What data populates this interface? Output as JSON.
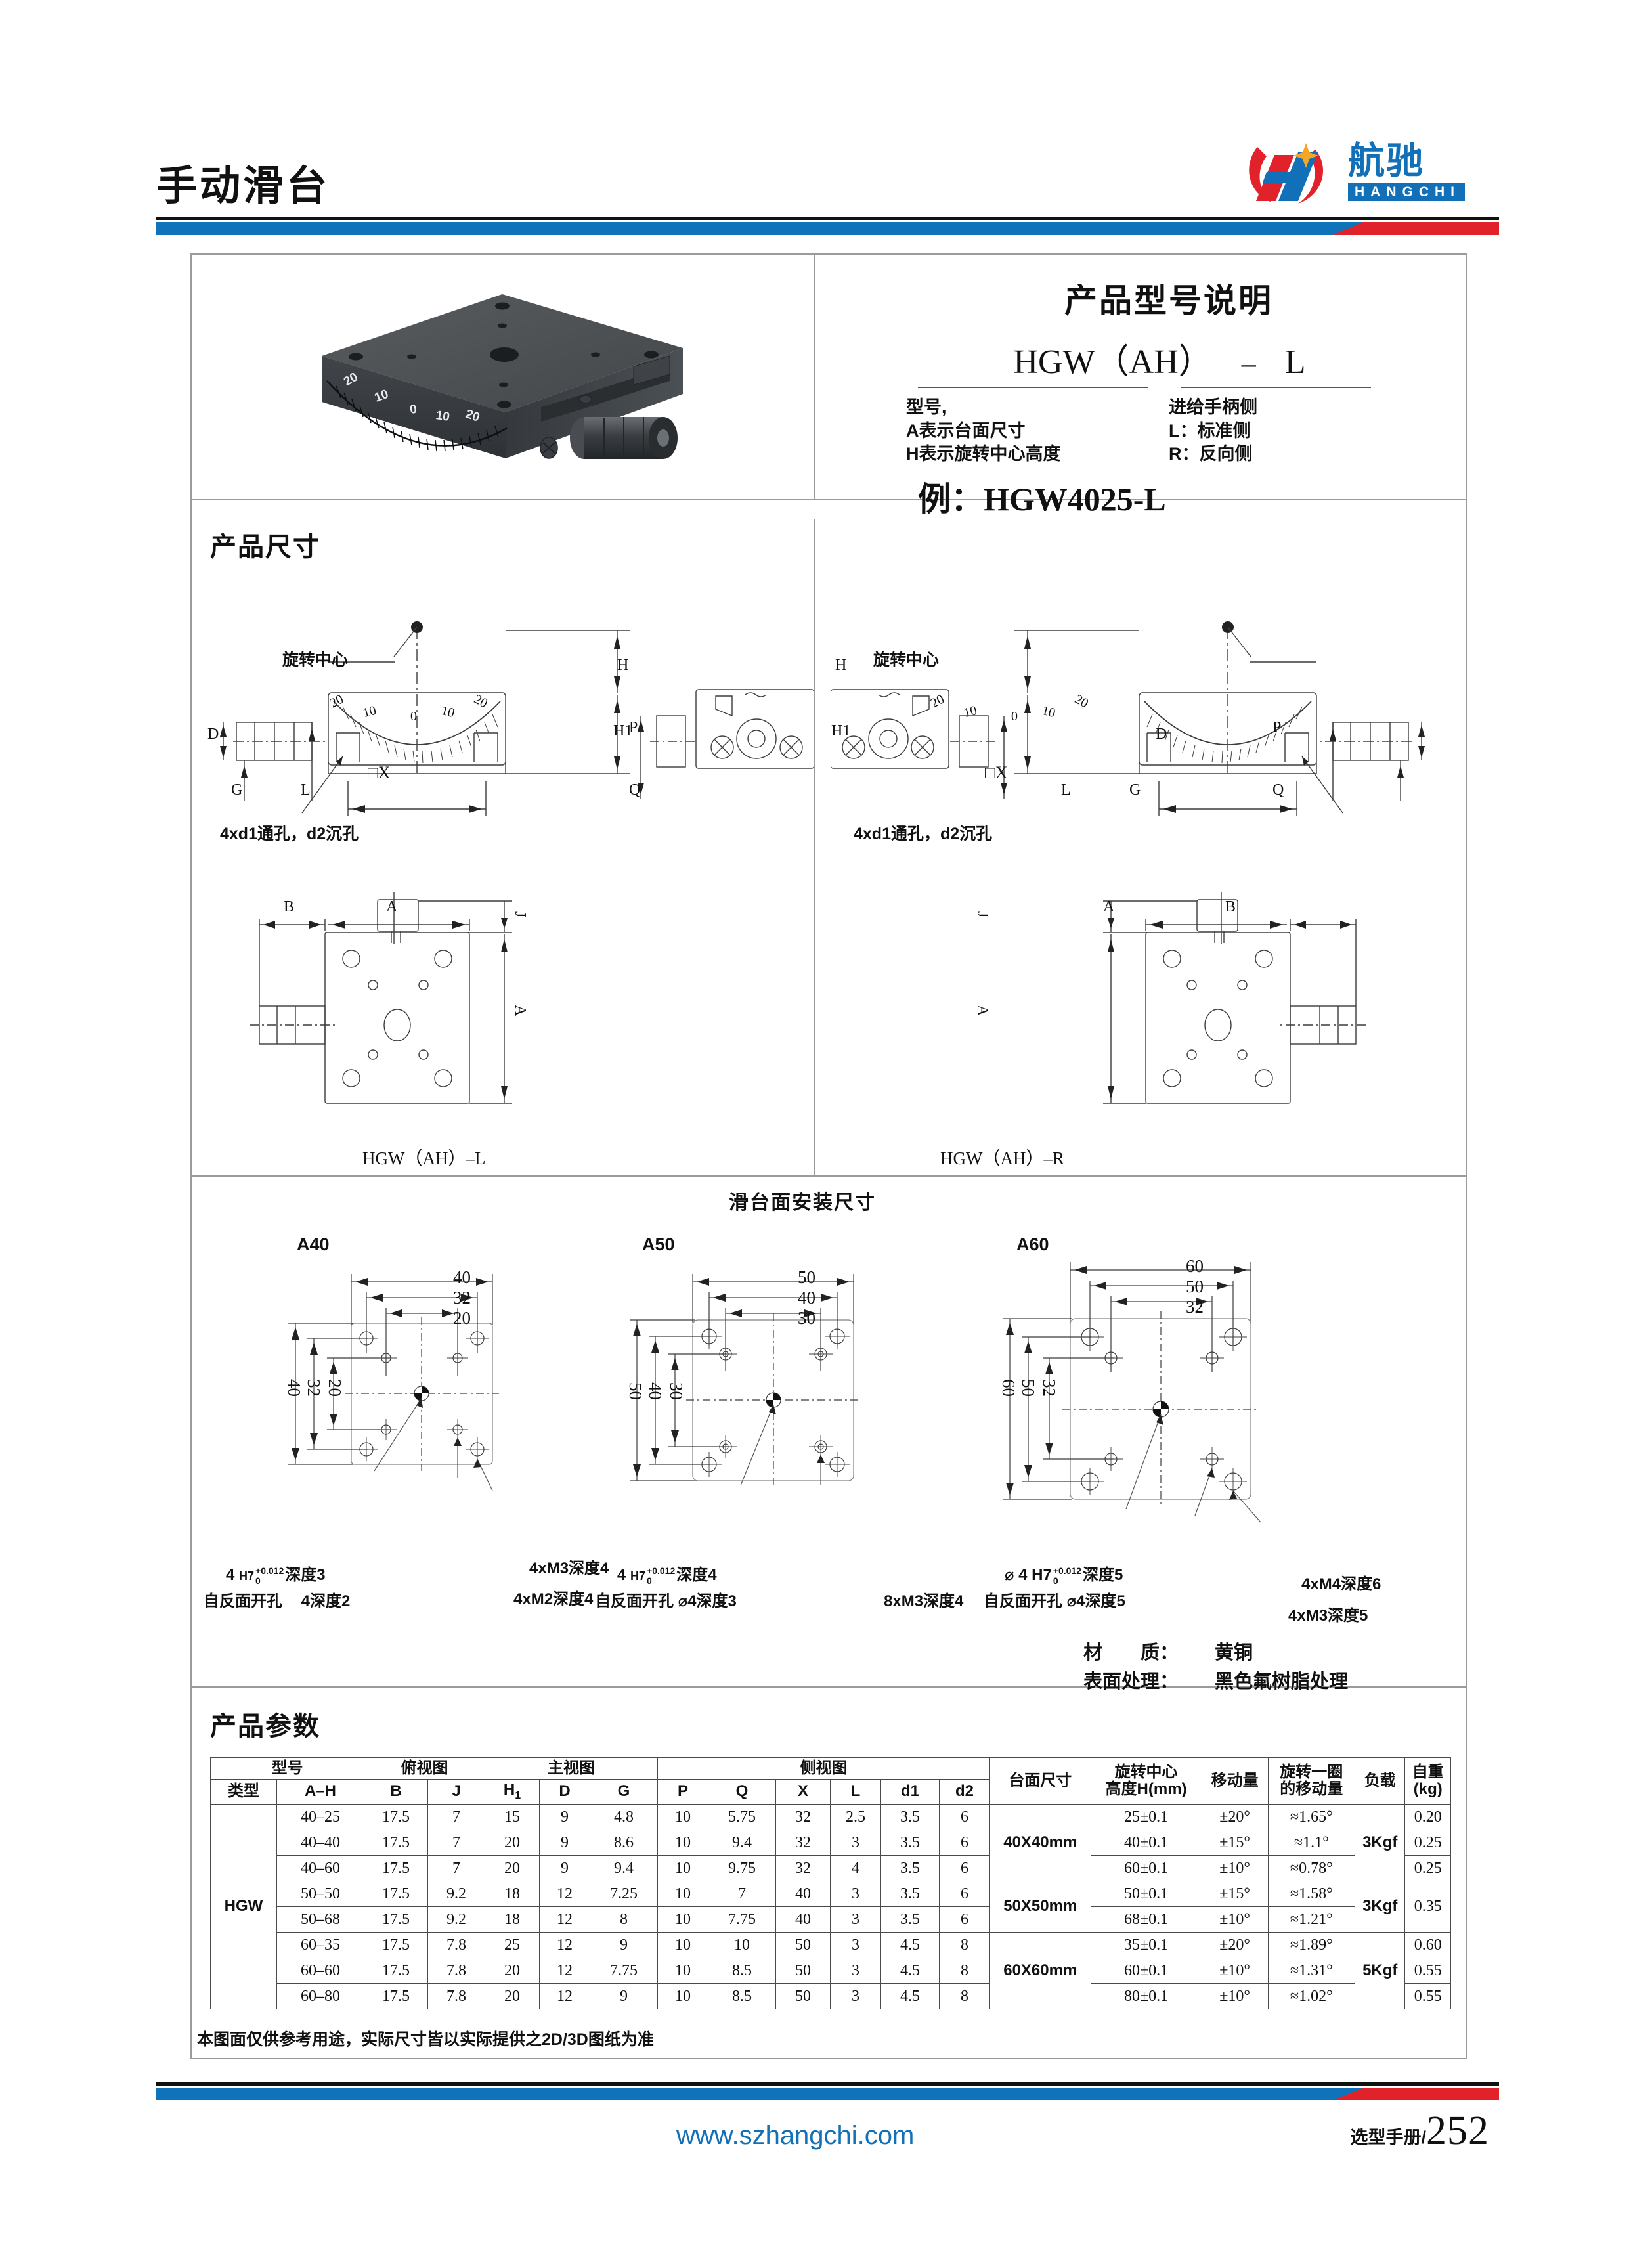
{
  "header": {
    "title": "手动滑台",
    "logo_cn": "航驰",
    "logo_en": "HANGCHI",
    "accent_blue": "#0f73b9",
    "accent_red": "#e1222a"
  },
  "model_panel": {
    "heading": "产品型号说明",
    "code_prefix": "HGW（AH）",
    "code_dash": "–",
    "code_suffix": "L",
    "left_lines": [
      "型号,",
      "A表示台面尺寸",
      "H表示旋转中心高度"
    ],
    "right_lines": [
      "进给手柄侧",
      "L：标准侧",
      "R：反向侧"
    ],
    "example": "例：HGW4025-L"
  },
  "dimensions_section": {
    "heading": "产品尺寸",
    "rotation_center_label": "旋转中心",
    "hole_note": "4xd1通孔，d2沉孔",
    "scale_ticks": [
      "20",
      "10",
      "0",
      "10",
      "20"
    ],
    "dim_labels": [
      "H",
      "H1",
      "D",
      "G",
      "L",
      "P",
      "Q",
      "X",
      "A",
      "B",
      "J"
    ],
    "x_label": "□X",
    "view_caption_left": "HGW（AH）–L",
    "view_caption_right": "HGW（AH）–R"
  },
  "mounting_section": {
    "heading": "滑台面安装尺寸",
    "panels": [
      {
        "tag": "A40",
        "h_dims": [
          "40",
          "32",
          "20"
        ],
        "v_dims": [
          "40",
          "32",
          "20"
        ],
        "notes": [
          "4 H7 +0.012 0 深度3",
          "自反面开孔   4深度2",
          "4xM2深度4",
          "4xM3深度4"
        ],
        "note_parts": {
          "n1_pre": "4",
          "n1_fit": "H7",
          "n1_up": "+0.012",
          "n1_lo": "0",
          "n1_post": "深度3",
          "n2": "自反面开孔",
          "n2b": "4深度2",
          "n3": "4xM2深度4",
          "n4": "4xM3深度4"
        }
      },
      {
        "tag": "A50",
        "h_dims": [
          "50",
          "40",
          "30"
        ],
        "v_dims": [
          "50",
          "40",
          "30"
        ],
        "notes": [
          "4 H7 +0.012 0 深度4",
          "自反面开孔 ⌀4深度3",
          "8xM3深度4"
        ],
        "note_parts": {
          "n1_pre": "4",
          "n1_fit": "H7",
          "n1_up": "+0.012",
          "n1_lo": "0",
          "n1_post": "深度4",
          "n2": "自反面开孔 ⌀4深度3",
          "n3": "8xM3深度4"
        }
      },
      {
        "tag": "A60",
        "h_dims": [
          "60",
          "50",
          "32"
        ],
        "v_dims": [
          "60",
          "50",
          "32"
        ],
        "notes": [
          "⌀4 H7 +0.012 0 深度5",
          "自反面开孔 ⌀4深度5",
          "4xM4深度6",
          "4xM3深度5"
        ],
        "note_parts": {
          "n1_pre": "⌀ 4 H7",
          "n1_up": "+0.012",
          "n1_lo": "0",
          "n1_post": "深度5",
          "n2": "自反面开孔 ⌀4深度5",
          "n3": "4xM4深度6",
          "n4": "4xM3深度5"
        }
      }
    ]
  },
  "material": {
    "label_material": "材　　质：",
    "value_material": "黄铜",
    "label_surface": "表面处理：",
    "value_surface": "黑色氟树脂处理"
  },
  "spec_table": {
    "heading": "产品参数",
    "group_headers": {
      "model": "型号",
      "top_view": "俯视图",
      "front_view": "主视图",
      "side_view": "侧视图",
      "table_size": "台面尺寸",
      "rot_height": "旋转中心\n高度H(mm)",
      "rot_height_l1": "旋转中心",
      "rot_height_l2": "高度H(mm)",
      "travel": "移动量",
      "per_turn_l1": "旋转一圈",
      "per_turn_l2": "的移动量",
      "load": "负载",
      "weight_l1": "自重",
      "weight_l2": "(kg)"
    },
    "columns": [
      "类型",
      "A–H",
      "B",
      "J",
      "H1",
      "D",
      "G",
      "P",
      "Q",
      "X",
      "L",
      "d1",
      "d2"
    ],
    "series": "HGW",
    "rows": [
      {
        "ah": "40–25",
        "B": "17.5",
        "J": "7",
        "H1": "15",
        "D": "9",
        "G": "4.8",
        "P": "10",
        "Q": "5.75",
        "X": "32",
        "L": "2.5",
        "d1": "3.5",
        "d2": "6",
        "H": "25±0.1",
        "travel": "±20°",
        "per_turn": "≈1.65°",
        "weight": "0.20"
      },
      {
        "ah": "40–40",
        "B": "17.5",
        "J": "7",
        "H1": "20",
        "D": "9",
        "G": "8.6",
        "P": "10",
        "Q": "9.4",
        "X": "32",
        "L": "3",
        "d1": "3.5",
        "d2": "6",
        "H": "40±0.1",
        "travel": "±15°",
        "per_turn": "≈1.1°",
        "weight": "0.25"
      },
      {
        "ah": "40–60",
        "B": "17.5",
        "J": "7",
        "H1": "20",
        "D": "9",
        "G": "9.4",
        "P": "10",
        "Q": "9.75",
        "X": "32",
        "L": "4",
        "d1": "3.5",
        "d2": "6",
        "H": "60±0.1",
        "travel": "±10°",
        "per_turn": "≈0.78°",
        "weight": "0.25"
      },
      {
        "ah": "50–50",
        "B": "17.5",
        "J": "9.2",
        "H1": "18",
        "D": "12",
        "G": "7.25",
        "P": "10",
        "Q": "7",
        "X": "40",
        "L": "3",
        "d1": "3.5",
        "d2": "6",
        "H": "50±0.1",
        "travel": "±15°",
        "per_turn": "≈1.58°",
        "weight": "0.35"
      },
      {
        "ah": "50–68",
        "B": "17.5",
        "J": "9.2",
        "H1": "18",
        "D": "12",
        "G": "8",
        "P": "10",
        "Q": "7.75",
        "X": "40",
        "L": "3",
        "d1": "3.5",
        "d2": "6",
        "H": "68±0.1",
        "travel": "±10°",
        "per_turn": "≈1.21°",
        "weight": ""
      },
      {
        "ah": "60–35",
        "B": "17.5",
        "J": "7.8",
        "H1": "25",
        "D": "12",
        "G": "9",
        "P": "10",
        "Q": "10",
        "X": "50",
        "L": "3",
        "d1": "4.5",
        "d2": "8",
        "H": "35±0.1",
        "travel": "±20°",
        "per_turn": "≈1.89°",
        "weight": "0.60"
      },
      {
        "ah": "60–60",
        "B": "17.5",
        "J": "7.8",
        "H1": "20",
        "D": "12",
        "G": "7.75",
        "P": "10",
        "Q": "8.5",
        "X": "50",
        "L": "3",
        "d1": "4.5",
        "d2": "8",
        "H": "60±0.1",
        "travel": "±10°",
        "per_turn": "≈1.31°",
        "weight": "0.55"
      },
      {
        "ah": "60–80",
        "B": "17.5",
        "J": "7.8",
        "H1": "20",
        "D": "12",
        "G": "9",
        "P": "10",
        "Q": "8.5",
        "X": "50",
        "L": "3",
        "d1": "4.5",
        "d2": "8",
        "H": "80±0.1",
        "travel": "±10°",
        "per_turn": "≈1.02°",
        "weight": "0.55"
      }
    ],
    "size_groups": [
      {
        "label": "40X40mm",
        "span": 3,
        "load": "3Kgf",
        "load_span": 3
      },
      {
        "label": "50X50mm",
        "span": 2,
        "load": "3Kgf",
        "load_span": 2
      },
      {
        "label": "60X60mm",
        "span": 3,
        "load": "5Kgf",
        "load_span": 3
      }
    ],
    "weight_merges": {
      "50_group": "0.35"
    }
  },
  "footnote": "本图面仅供参考用途，实际尺寸皆以实际提供之2D/3D图纸为准",
  "footer": {
    "url": "www.szhangchi.com",
    "manual_label": "选型手册/",
    "page_number": "252"
  }
}
